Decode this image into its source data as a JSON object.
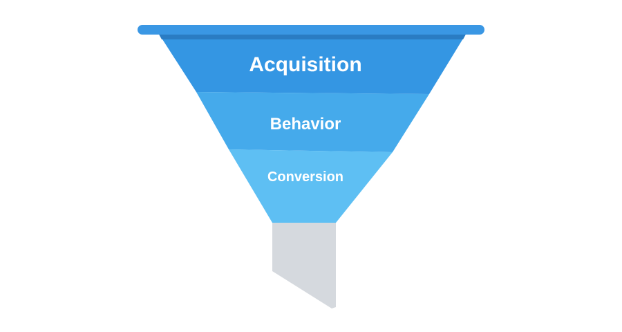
{
  "diagram": {
    "stages": [
      {
        "id": "acquisition",
        "label": "Acquisition",
        "color": "#3496e3"
      },
      {
        "id": "behavior",
        "label": "Behavior",
        "color": "#45aaeb"
      },
      {
        "id": "conversion",
        "label": "Conversion",
        "color": "#5ebff3"
      }
    ],
    "colors": {
      "rim": "#3a97e4",
      "rim_shadow": "#2a7cc3",
      "spout": "#d5d9de",
      "background": "#ffffff"
    }
  }
}
